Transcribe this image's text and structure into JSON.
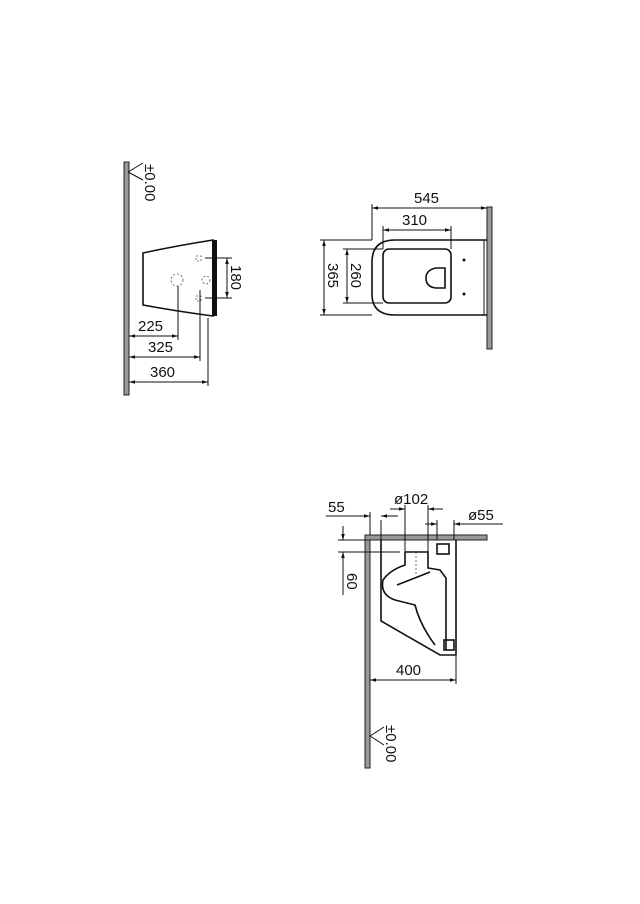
{
  "side_view": {
    "level": "±0.00",
    "dims": {
      "d225": "225",
      "d325": "325",
      "d360": "360",
      "d180": "180"
    }
  },
  "top_view": {
    "dims": {
      "d545": "545",
      "d310": "310",
      "d365": "365",
      "d260": "260"
    }
  },
  "section_view": {
    "level": "±0.00",
    "dims": {
      "d55": "55",
      "d102": "ø102",
      "dd55": "ø55",
      "d60": "60",
      "d400": "400"
    }
  }
}
